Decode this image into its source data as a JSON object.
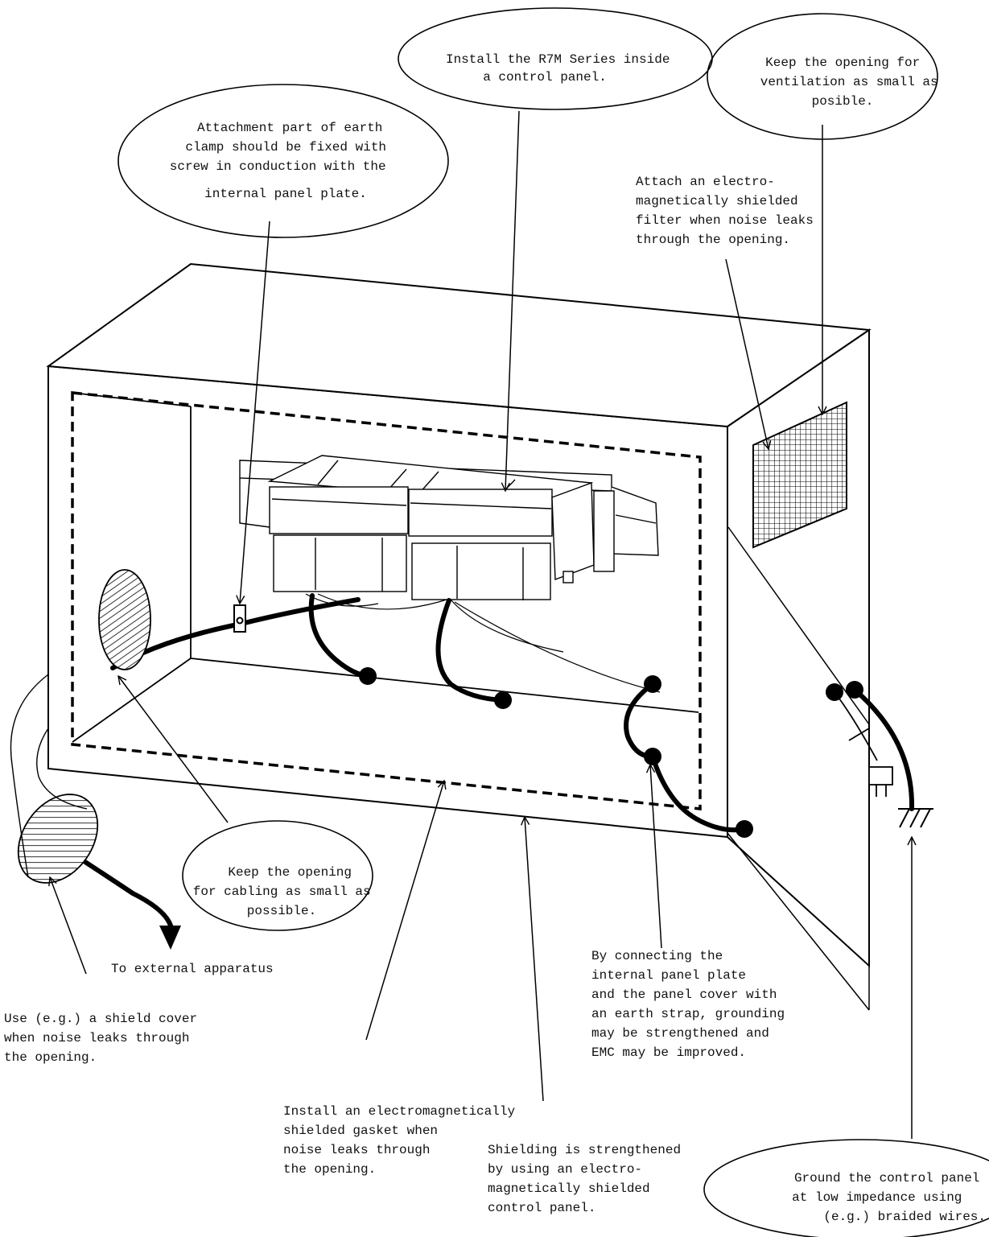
{
  "labels": {
    "install": [
      "Install the R7M Series inside",
      "a control panel."
    ],
    "ventilation_opening": [
      "Keep the opening for",
      "ventilation as small as",
      "posible."
    ],
    "earth_clamp": [
      "Attachment part of earth",
      "clamp should be fixed with",
      "screw in conduction with the",
      "internal panel plate."
    ],
    "em_filter": [
      "Attach an electro-",
      "magnetically shielded",
      "filter when noise leaks",
      "through the opening."
    ],
    "cabling_opening": [
      "Keep the opening",
      "for cabling as small as",
      "possible."
    ],
    "external": [
      "To external apparatus"
    ],
    "shield_cover": [
      "Use (e.g.) a shield cover",
      "when noise leaks through",
      "the opening."
    ],
    "gasket": [
      "Install an electromagnetically",
      "shielded gasket when",
      "noise leaks through",
      "the opening."
    ],
    "shielded_panel": [
      "Shielding is strengthened",
      "by using an electro-",
      "magnetically shielded",
      "control panel."
    ],
    "earth_strap": [
      "By connecting the",
      "internal panel plate",
      "and the panel cover with",
      "an earth strap, grounding",
      "may be strengthened and",
      "EMC may be improved."
    ],
    "ground_panel": [
      "Ground the control panel",
      "at low impedance using",
      "(e.g.) braided wires."
    ]
  }
}
